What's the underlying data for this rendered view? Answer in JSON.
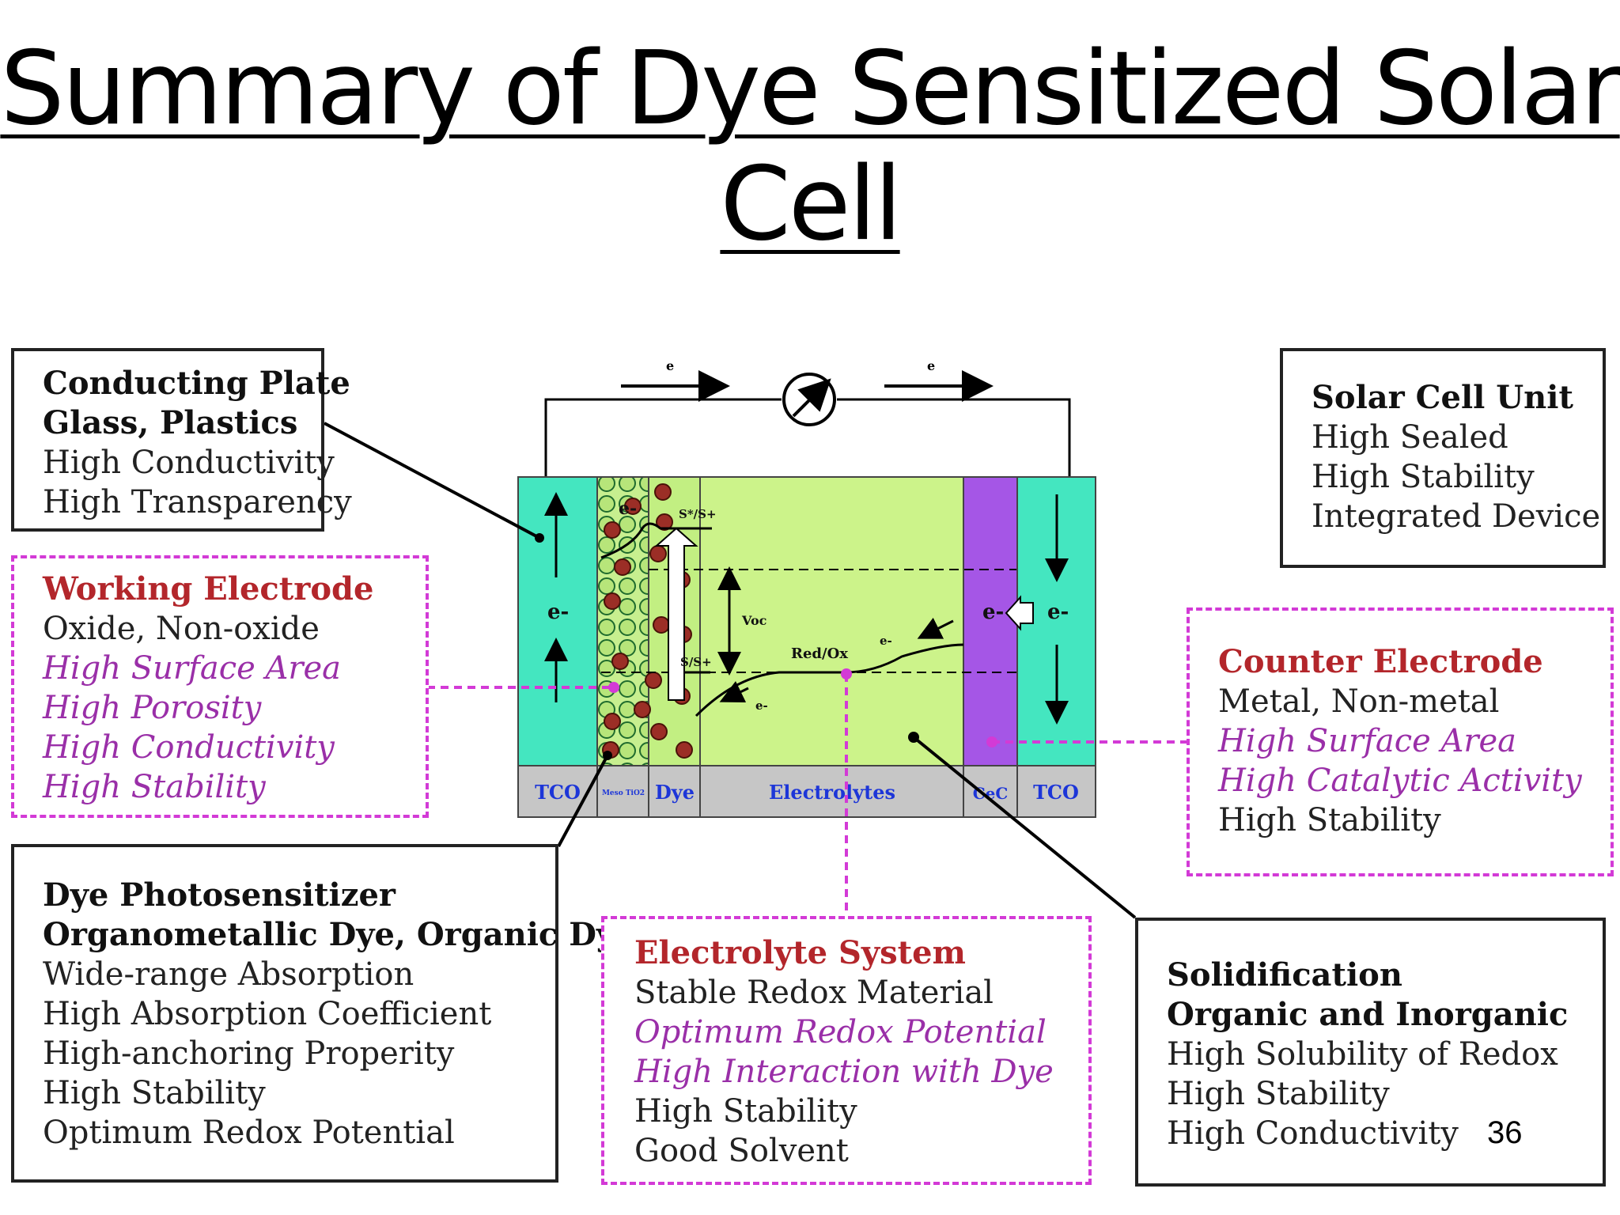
{
  "title": {
    "line1": "Summary of Dye Sensitized Solar",
    "line2": "Cell"
  },
  "page_number": "36",
  "cell": {
    "electron_label": "e-",
    "layer_labels": {
      "tco_left": "TCO",
      "meso": "Meso TiO2",
      "dye": "Dye",
      "electrolytes": "Electrolytes",
      "cec": "CeC",
      "tco_right": "TCO"
    },
    "energy_labels": {
      "excited": "S*/S+",
      "ground": "S/S+",
      "voltage": "Voc",
      "redox": "Red/Ox"
    }
  },
  "boxes": {
    "conducting_plate": [
      {
        "text": "Conducting Plate",
        "style": "bold"
      },
      {
        "text": "Glass, Plastics",
        "style": "bold"
      },
      {
        "text": "High Conductivity",
        "style": "plain"
      },
      {
        "text": "High Transparency",
        "style": "plain"
      }
    ],
    "working_electrode": [
      {
        "text": "Working Electrode",
        "style": "red"
      },
      {
        "text": "Oxide, Non-oxide",
        "style": "plain"
      },
      {
        "text": "High Surface Area",
        "style": "ital"
      },
      {
        "text": "High Porosity",
        "style": "ital"
      },
      {
        "text": "High Conductivity",
        "style": "ital"
      },
      {
        "text": "High Stability",
        "style": "ital"
      }
    ],
    "dye_photosensitizer": [
      {
        "text": "Dye Photosensitizer",
        "style": "bold"
      },
      {
        "text": "Organometallic Dye, Organic Dye",
        "style": "bold"
      },
      {
        "text": "Wide-range Absorption",
        "style": "plain"
      },
      {
        "text": "High Absorption Coefficient",
        "style": "plain"
      },
      {
        "text": "High-anchoring Properity",
        "style": "plain"
      },
      {
        "text": "High Stability",
        "style": "plain"
      },
      {
        "text": "Optimum Redox Potential",
        "style": "plain"
      }
    ],
    "electrolyte_system": [
      {
        "text": "Electrolyte System",
        "style": "red"
      },
      {
        "text": "Stable Redox Material",
        "style": "plain"
      },
      {
        "text": "Optimum Redox Potential",
        "style": "ital"
      },
      {
        "text": "High Interaction with Dye",
        "style": "ital"
      },
      {
        "text": "High Stability",
        "style": "plain"
      },
      {
        "text": "Good Solvent",
        "style": "plain"
      }
    ],
    "solar_cell_unit": [
      {
        "text": "Solar Cell Unit",
        "style": "bold"
      },
      {
        "text": "High Sealed",
        "style": "plain"
      },
      {
        "text": "High Stability",
        "style": "plain"
      },
      {
        "text": "Integrated Device",
        "style": "plain"
      }
    ],
    "counter_electrode": [
      {
        "text": "Counter Electrode",
        "style": "red"
      },
      {
        "text": "Metal, Non-metal",
        "style": "plain"
      },
      {
        "text": "High Surface Area",
        "style": "ital"
      },
      {
        "text": "High Catalytic Activity",
        "style": "ital"
      },
      {
        "text": "High Stability",
        "style": "plain"
      }
    ],
    "solidification": [
      {
        "text": "Solidification",
        "style": "bold"
      },
      {
        "text": "Organic and Inorganic",
        "style": "bold"
      },
      {
        "text": "High Solubility of Redox",
        "style": "plain"
      },
      {
        "text": "High Stability",
        "style": "plain"
      },
      {
        "text": "High Conductivity",
        "style": "plain"
      }
    ]
  }
}
